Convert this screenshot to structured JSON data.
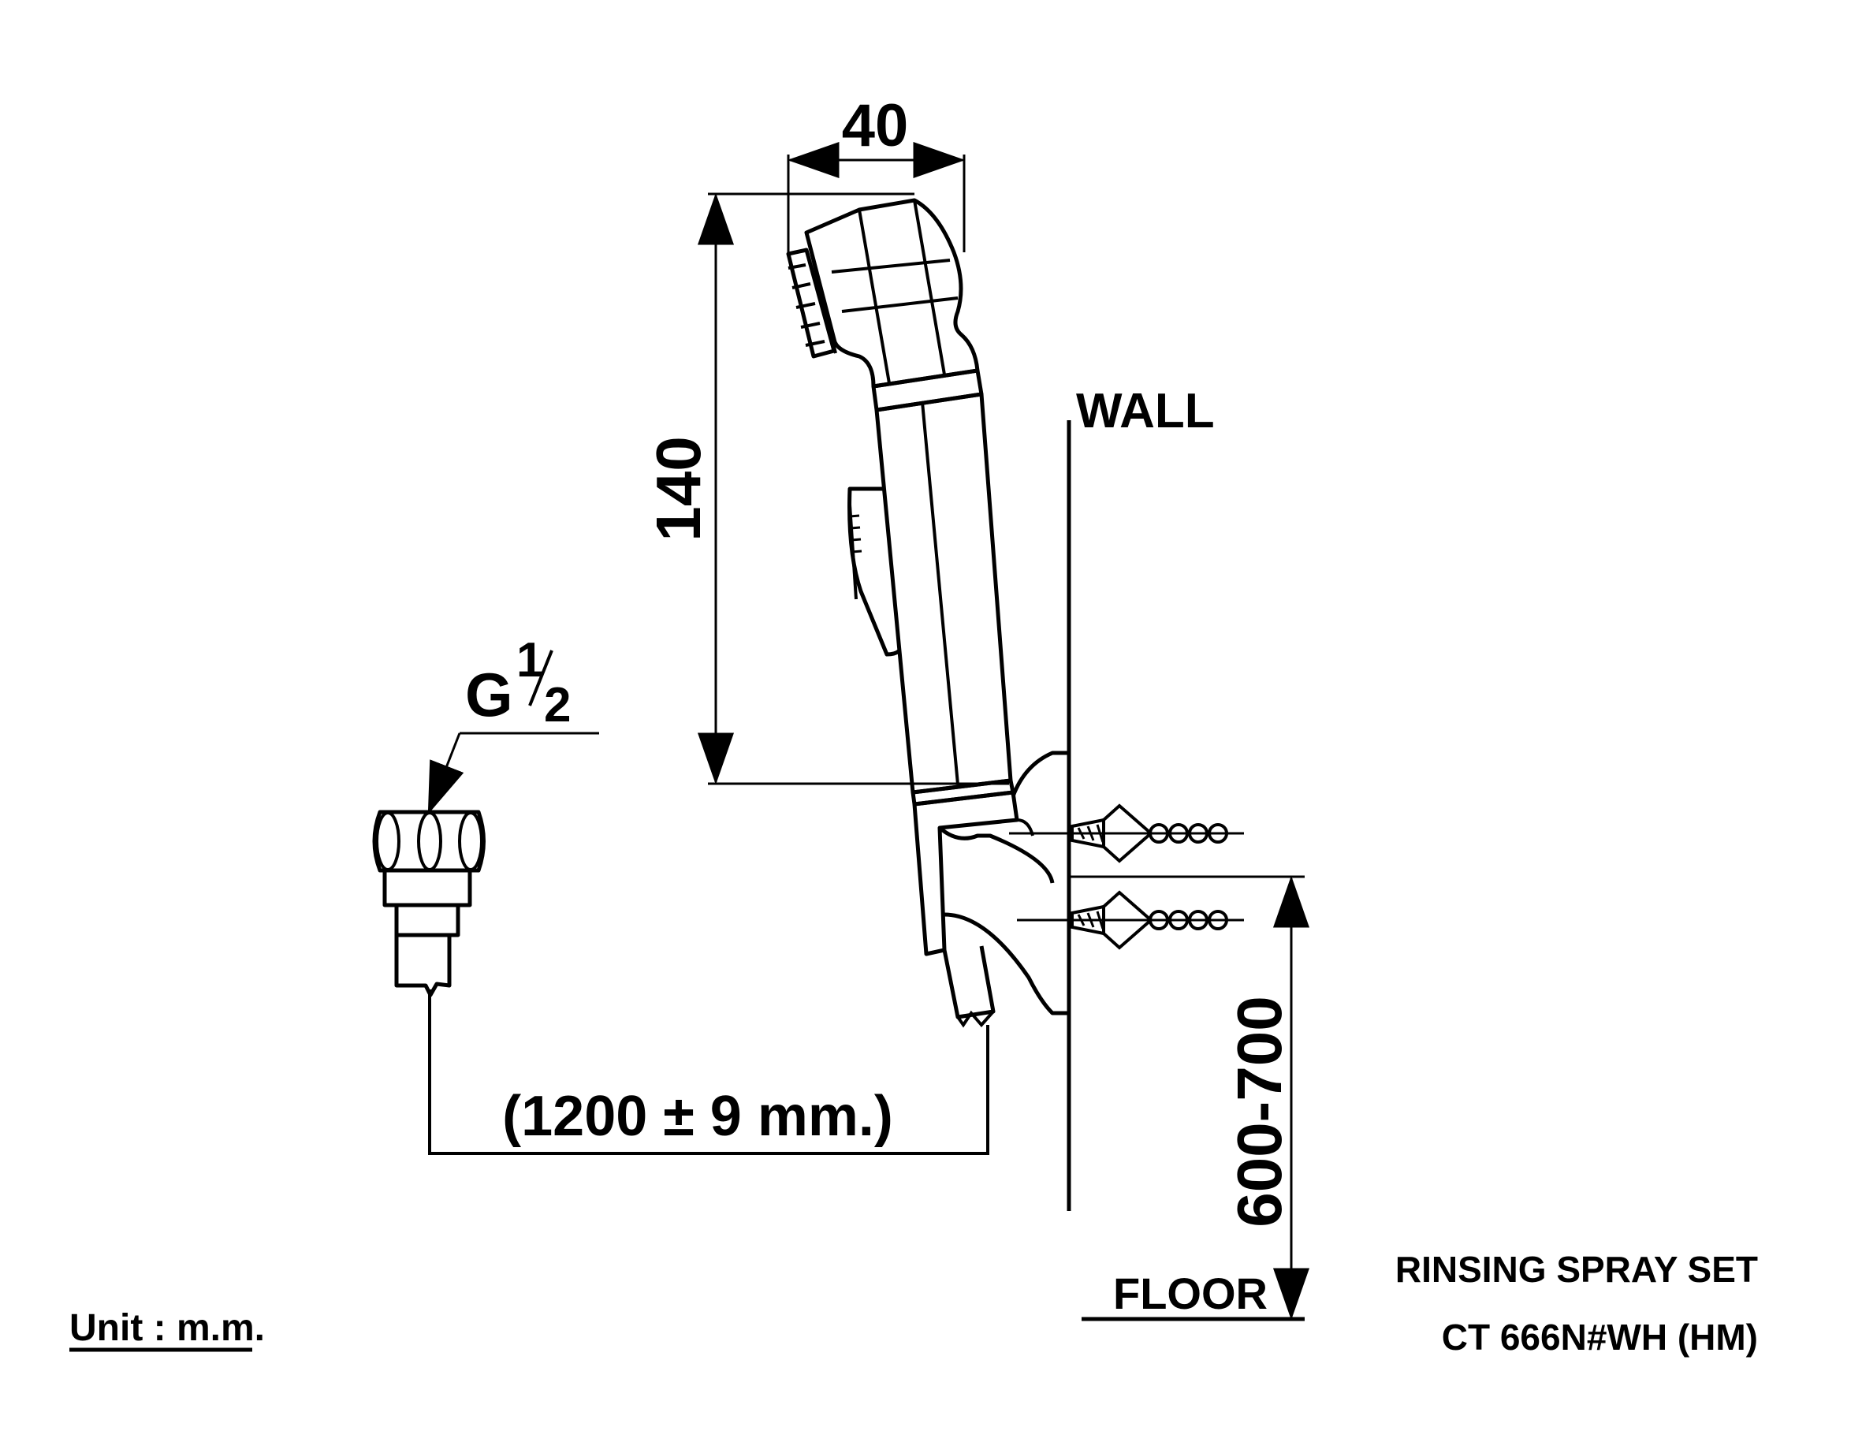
{
  "dimensions": {
    "width_40": "40",
    "height_140": "140",
    "hose_length": "(1200 ± 9 mm.)",
    "mount_height": "600-700"
  },
  "labels": {
    "wall": "WALL",
    "floor": "FLOOR",
    "thread_g": "G",
    "thread_frac_num": "1",
    "thread_frac_den": "2",
    "unit": "Unit : m.m."
  },
  "title_block": {
    "product_name": "RINSING SPRAY SET",
    "model": "CT 666N#WH (HM)"
  }
}
